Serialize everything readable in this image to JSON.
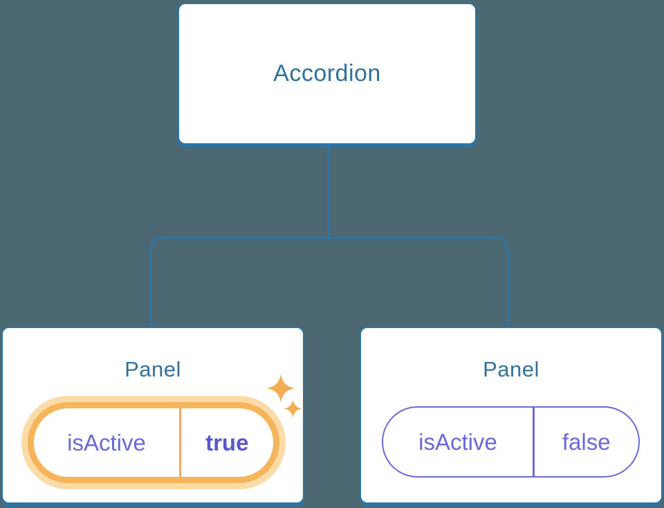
{
  "diagram": {
    "root": {
      "label": "Accordion"
    },
    "children": [
      {
        "title": "Panel",
        "prop_name": "isActive",
        "prop_value": "true",
        "highlighted": true
      },
      {
        "title": "Panel",
        "prop_name": "isActive",
        "prop_value": "false",
        "highlighted": false
      }
    ]
  },
  "icons": {
    "sparkle_large": "sparkle-icon",
    "sparkle_small": "sparkle-icon"
  },
  "colors": {
    "background": "#4c6973",
    "connector_blue": "#2e74a3",
    "node_border_blue": "#2e74a3",
    "node_text_blue": "#33719c",
    "prop_purple": "#6b68d8",
    "prop_purple_bold": "#5a55d0",
    "highlight_orange": "#f6b45b",
    "highlight_orange_glow": "#fbdca8",
    "sparkle_orange": "#f4ad52",
    "node_background": "#ffffff"
  }
}
